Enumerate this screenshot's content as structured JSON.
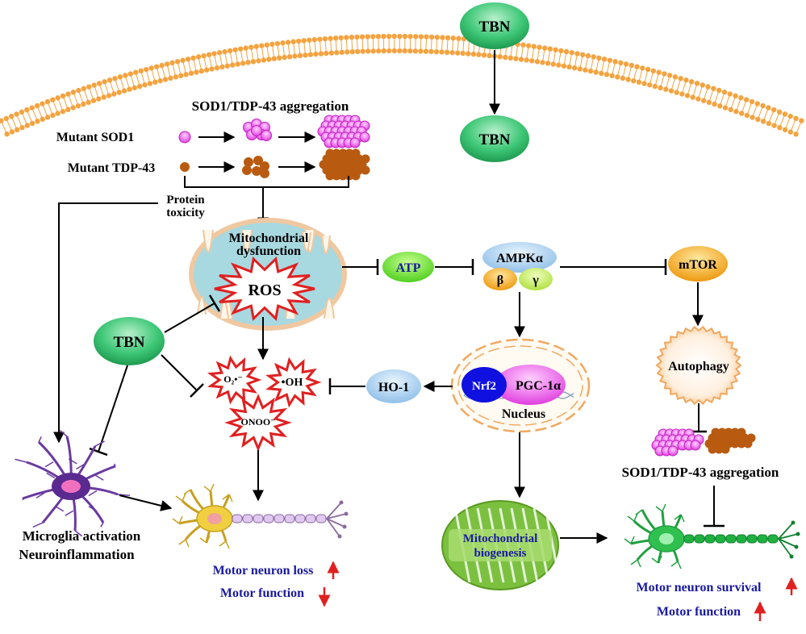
{
  "labels": {
    "tbn_outside": "TBN",
    "tbn_inside": "TBN",
    "tbn_left": "TBN",
    "aggregation_top": "SOD1/TDP-43 aggregation",
    "mutant_sod1": "Mutant SOD1",
    "mutant_tdp43": "Mutant TDP-43",
    "protein_toxicity_1": "Protein",
    "protein_toxicity_2": "toxicity",
    "mito_dysfunction_1": "Mitochondrial",
    "mito_dysfunction_2": "dysfunction",
    "ros": "ROS",
    "superoxide": "O₂•⁻",
    "hydroxyl": "•OH",
    "peroxynitrite": "ONOO⁻",
    "atp": "ATP",
    "ampk_alpha": "AMPKα",
    "ampk_beta": "β",
    "ampk_gamma": "γ",
    "mtor": "mTOR",
    "autophagy": "Autophagy",
    "ho1": "HO-1",
    "nrf2": "Nrf2",
    "pgc1a": "PGC-1α",
    "nucleus": "Nucleus",
    "aggregation_bottom": "SOD1/TDP-43 aggregation",
    "microglia_1": "Microglia activation",
    "microglia_2": "Neuroinflammation",
    "mito_biogenesis_1": "Mitochondrial",
    "mito_biogenesis_2": "biogenesis",
    "motor_neuron_loss": "Motor neuron loss",
    "motor_function_down": "Motor function",
    "motor_neuron_survival": "Motor neuron survival",
    "motor_function_up": "Motor function"
  },
  "colors": {
    "membrane": "#f4a340",
    "tbn_green": "#3cc878",
    "sod1_pink": "#f060e8",
    "tdp43_brown": "#b85a10",
    "mito_blue": "#a8d8e0",
    "mito_green": "#7cc040",
    "atp_green": "#66e040",
    "ampk_blue": "#a8d0f0",
    "orange": "#f0a020",
    "arrow_red": "#e02020",
    "text_blue": "#1a1aa0",
    "nrf2_blue": "#1010e0",
    "neuron_green": "#20b040",
    "neuron_yellow": "#f0d040"
  },
  "icons": {
    "up_arrow": "up-arrow-icon",
    "down_arrow": "down-arrow-icon"
  }
}
